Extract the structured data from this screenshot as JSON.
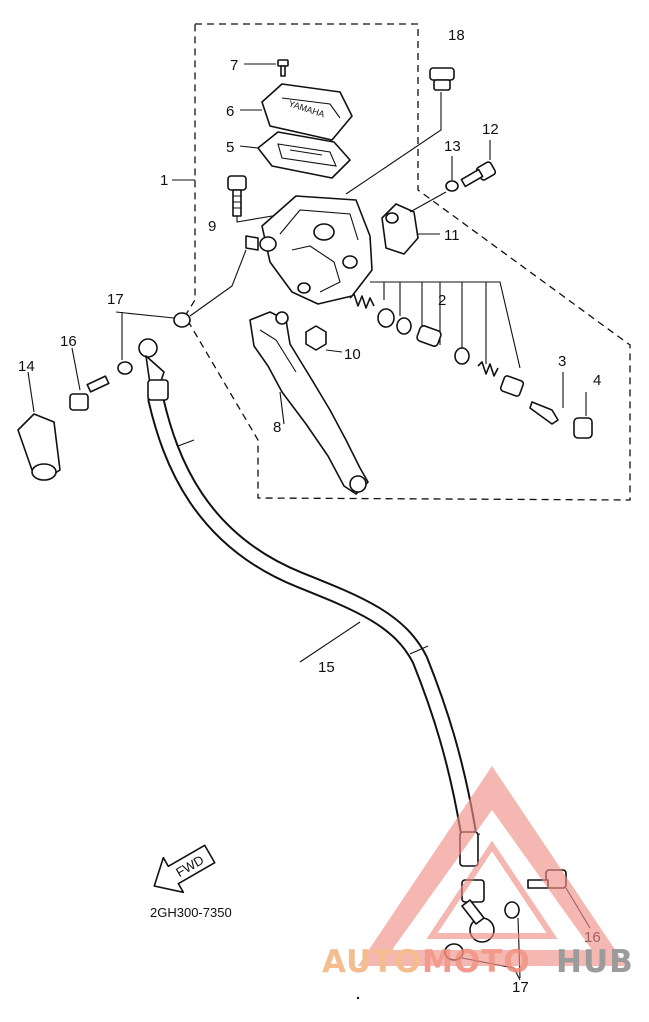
{
  "diagram": {
    "callouts": {
      "n1": "1",
      "n2": "2",
      "n3": "3",
      "n4": "4",
      "n5": "5",
      "n6": "6",
      "n7": "7",
      "n8": "8",
      "n9": "9",
      "n10": "10",
      "n11": "11",
      "n12": "12",
      "n13": "13",
      "n14": "14",
      "n15": "15",
      "n16a": "16",
      "n16b": "16",
      "n17a": "17",
      "n17b": "17",
      "n18": "18"
    },
    "fwd_arrow_label": "FWD",
    "drawing_code": "2GH300-7350"
  },
  "watermark": {
    "part1": "AUTO",
    "part2": "MOTO",
    "part3": "HUB"
  },
  "colors": {
    "line": "#111111",
    "watermark_triangle": "#ef8f86",
    "watermark_auto": "#f2b27a",
    "watermark_moto": "#f08a78",
    "watermark_hub": "#8a8a8a"
  }
}
